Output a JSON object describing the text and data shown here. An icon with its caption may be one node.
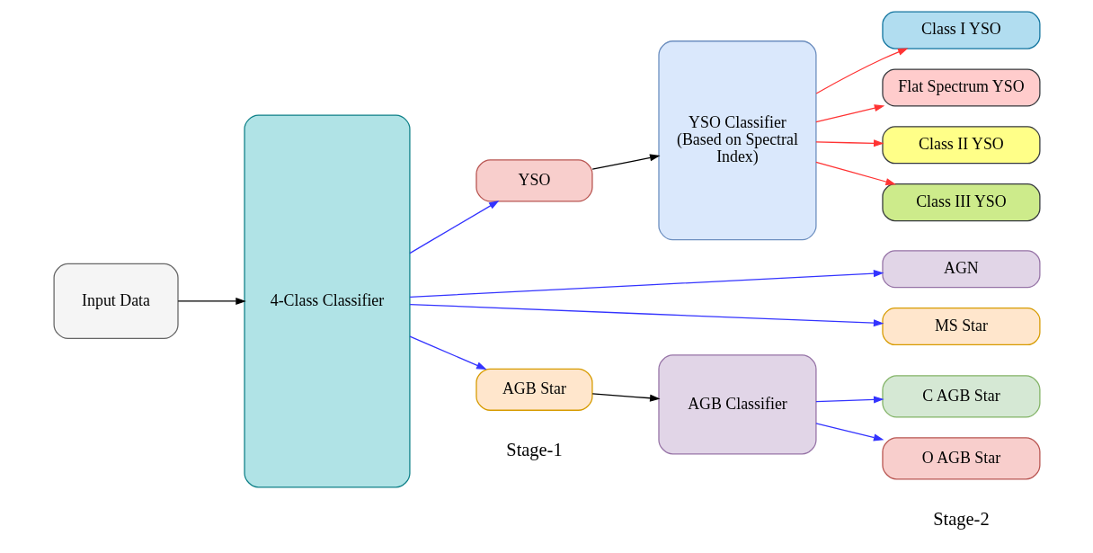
{
  "diagram": {
    "nodes": [
      {
        "text": [
          "Input Data"
        ]
      },
      {
        "text": [
          "4-Class Classifier"
        ]
      },
      {
        "text": [
          "YSO"
        ]
      },
      {
        "text": [
          "YSO Classifier (Based on Spectral Index)"
        ]
      },
      {
        "text": [
          "Class I YSO"
        ]
      },
      {
        "text": [
          "Flat Spectrum YSO"
        ]
      },
      {
        "text": [
          "Class II YSO"
        ]
      },
      {
        "text": [
          "Class III YSO"
        ]
      },
      {
        "text": [
          "AGN"
        ]
      },
      {
        "text": [
          "MS Star"
        ]
      },
      {
        "text": [
          "AGB Star"
        ]
      },
      {
        "text": [
          "AGB Classifier"
        ]
      },
      {
        "text": [
          "C AGB Star"
        ]
      },
      {
        "text": [
          "O AGB Star"
        ]
      }
    ],
    "edges": [
      {
        "from": 0,
        "to": 1,
        "arrow": "to",
        "color": "#000000"
      },
      {
        "from": 1,
        "to": 2,
        "arrow": "to"
      },
      {
        "from": 2,
        "to": 3,
        "arrow": "to",
        "color": "#000000"
      },
      {
        "from": 3,
        "to": 4,
        "arrow": "to",
        "color": "#ff3333"
      },
      {
        "from": 3,
        "to": 5,
        "arrow": "to",
        "color": "#ff3333"
      },
      {
        "from": 3,
        "to": 6,
        "arrow": "to",
        "color": "#ff3333"
      },
      {
        "from": 3,
        "to": 7,
        "arrow": "to",
        "color": "#ff3333"
      },
      {
        "from": 1,
        "to": 8,
        "arrow": "to"
      },
      {
        "from": 1,
        "to": 9,
        "arrow": "to"
      },
      {
        "from": 1,
        "to": 10,
        "arrow": "to"
      },
      {
        "from": 10,
        "to": 11,
        "arrow": "to",
        "color": "#000000"
      },
      {
        "from": 11,
        "to": 12,
        "arrow": "to"
      },
      {
        "from": 11,
        "to": 13,
        "arrow": "to"
      }
    ],
    "labels": [
      "Stage-1",
      "Stage-2"
    ]
  }
}
